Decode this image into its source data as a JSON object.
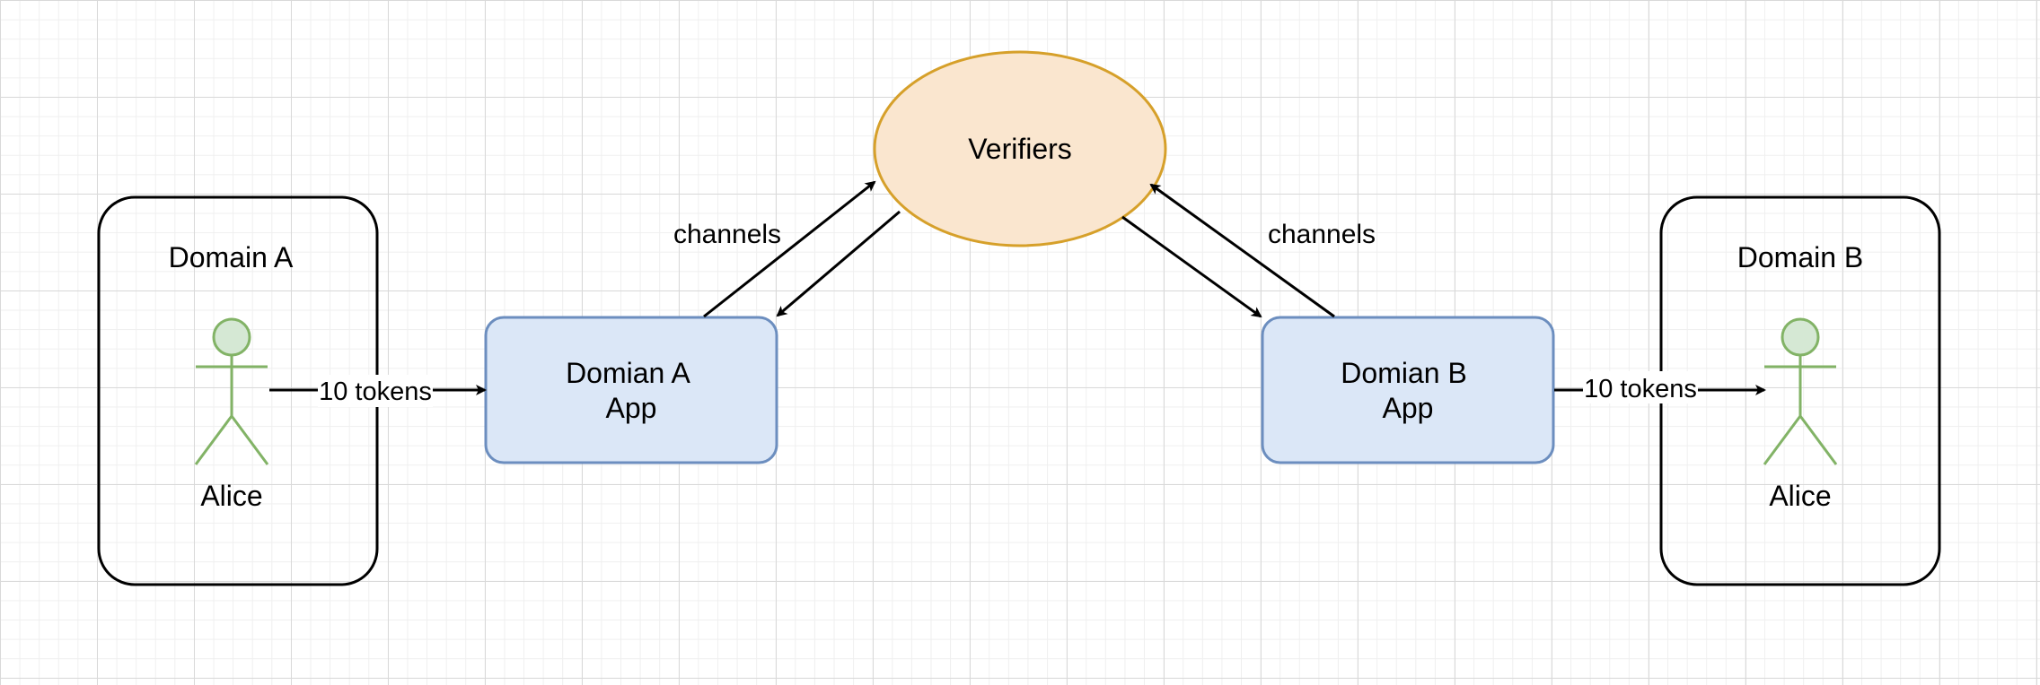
{
  "nodes": {
    "verifiers": {
      "label": "Verifiers"
    },
    "domain_a": {
      "label": "Domain A"
    },
    "domain_b": {
      "label": "Domain B"
    },
    "app_a": {
      "line1": "Domian A",
      "line2": "App"
    },
    "app_b": {
      "line1": "Domian B",
      "line2": "App"
    },
    "actor_a": {
      "label": "Alice"
    },
    "actor_b": {
      "label": "Alice"
    }
  },
  "edges": {
    "left_channels": {
      "label": "channels"
    },
    "right_channels": {
      "label": "channels"
    },
    "alice_a_to_app_a": {
      "label": "10 tokens"
    },
    "app_b_to_alice_b": {
      "label": "10 tokens"
    }
  },
  "colors": {
    "verifiers_fill": "#fae6cf",
    "verifiers_stroke": "#d6a02a",
    "app_fill": "#dbe7f7",
    "app_stroke": "#6c8ebf",
    "actor_fill": "#d5e8d4",
    "actor_stroke": "#82b366",
    "stroke": "#000000"
  }
}
